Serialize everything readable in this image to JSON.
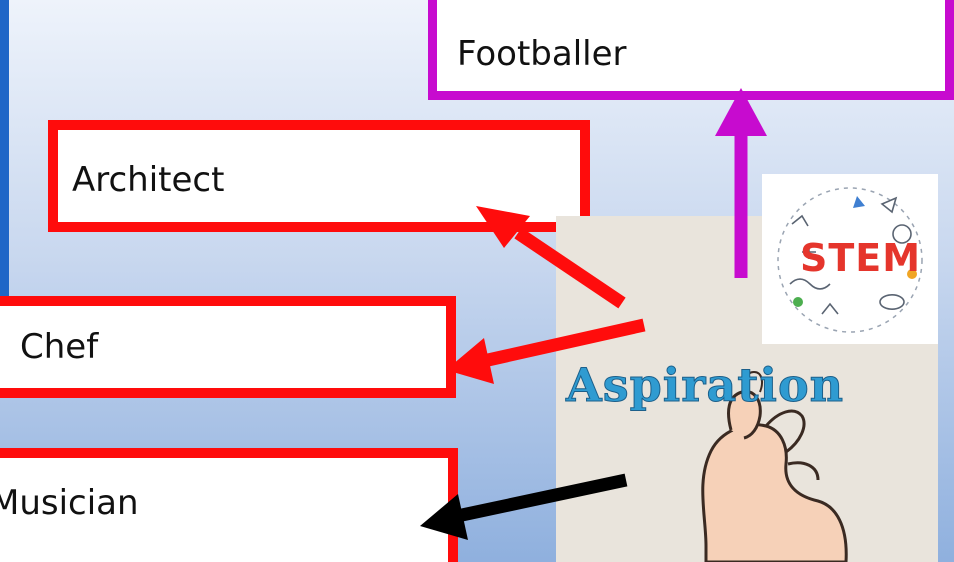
{
  "labels": {
    "footballer": "Footballer",
    "architect": "Architect",
    "chef": "Chef",
    "musician": "Musician"
  },
  "images": {
    "aspiration_text": "Aspiration",
    "stem_text": "STEM"
  },
  "colors": {
    "footballer_border": "#c70bcf",
    "career_border": "#ff0c0c",
    "footballer_arrow": "#c70bcf",
    "architect_arrow": "#ff0c0c",
    "chef_arrow": "#ff0c0c",
    "musician_arrow": "#000000"
  }
}
